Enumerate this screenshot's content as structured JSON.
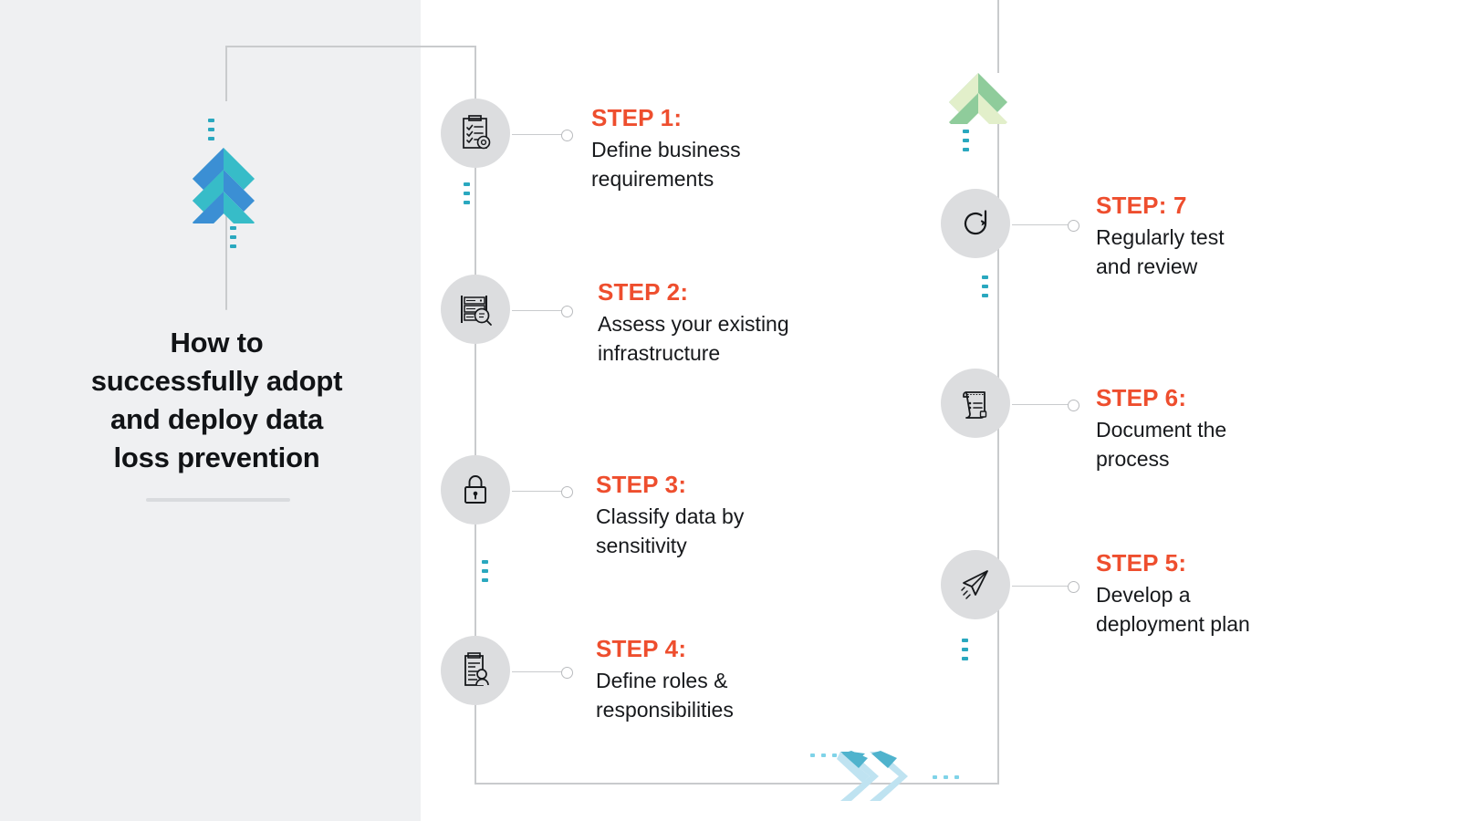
{
  "title": {
    "line1": "How to",
    "line2": "successfully adopt",
    "line3": "and deploy data",
    "line4": "loss prevention"
  },
  "colors": {
    "accent_orange": "#ee4e2e",
    "panel_grey": "#eff0f2",
    "circle_grey": "#dcdddf",
    "line_grey": "#c9cbcd",
    "teal_dot": "#2aa8bf",
    "chevron_blue": "#3b8fd4",
    "chevron_teal": "#37bcc8",
    "chevron_green": "#8fcc9b",
    "chevron_green_pale": "#e2efca",
    "chevron_lightblue": "#bfe3f1",
    "chevron_lightblue_dark": "#4fb3cd"
  },
  "steps": [
    {
      "label": "STEP 1:",
      "desc_line1": "Define business",
      "desc_line2": "requirements",
      "icon": "clipboard-checklist-gear-icon",
      "column": "left"
    },
    {
      "label": "STEP 2:",
      "desc_line1": "Assess your existing",
      "desc_line2": "infrastructure",
      "icon": "server-rack-magnifier-icon",
      "column": "left"
    },
    {
      "label": "STEP 3:",
      "desc_line1": "Classify data by",
      "desc_line2": "sensitivity",
      "icon": "padlock-icon",
      "column": "left"
    },
    {
      "label": "STEP 4:",
      "desc_line1": "Define roles &",
      "desc_line2": "responsibilities",
      "icon": "document-person-icon",
      "column": "left"
    },
    {
      "label": "STEP 5:",
      "desc_line1": "Develop a",
      "desc_line2": "deployment plan",
      "icon": "paper-plane-icon",
      "column": "right"
    },
    {
      "label": "STEP 6:",
      "desc_line1": "Document the",
      "desc_line2": "process",
      "icon": "scroll-document-icon",
      "column": "right"
    },
    {
      "label": "STEP: 7",
      "desc_line1": "Regularly test",
      "desc_line2": "and review",
      "icon": "refresh-loop-icon",
      "column": "right"
    }
  ]
}
